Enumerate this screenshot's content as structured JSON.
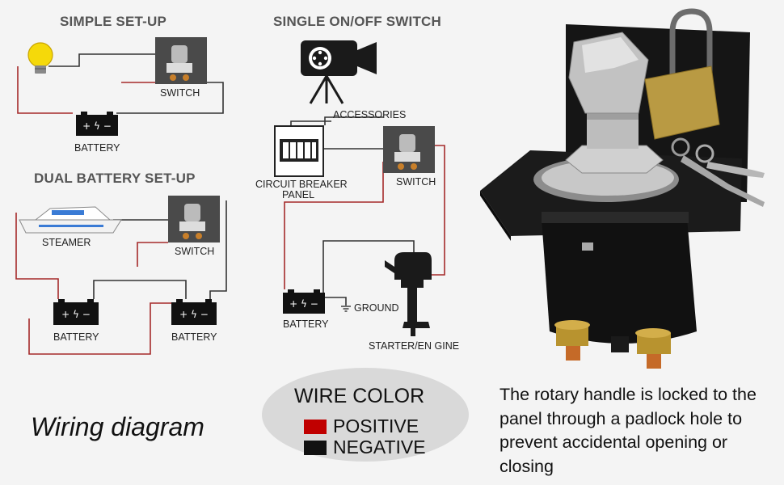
{
  "colors": {
    "positive": "#c00000",
    "negative": "#111111",
    "wire_positive": "#a52a2a",
    "wire_negative": "#333333",
    "legend_bg": "#d9d9d9",
    "switch_box": "#4a4a4a"
  },
  "simple": {
    "title": "SIMPLE SET-UP",
    "switch_label": "SWITCH",
    "battery_label": "BATTERY"
  },
  "dual": {
    "title": "DUAL BATTERY SET-UP",
    "steamer_label": "STEAMER",
    "switch_label": "SWITCH",
    "battery1_label": "BATTERY",
    "battery2_label": "BATTERY"
  },
  "single": {
    "title": "SINGLE ON/OFF SWITCH",
    "accessories_label": "ACCESSORIES",
    "breaker_label_1": "CIRCUIT BREAKER",
    "breaker_label_2": "PANEL",
    "switch_label": "SWITCH",
    "battery_label": "BATTERY",
    "ground_label": "GROUND",
    "engine_label": "STARTER/EN GINE"
  },
  "wiring_title": "Wiring diagram",
  "legend": {
    "title": "WIRE COLOR",
    "positive_label": "POSITIVE",
    "negative_label": "NEGATIVE"
  },
  "caption": "The rotary handle is locked to the panel through a padlock hole to prevent accidental opening or closing",
  "battery_terminals": "+ ϟ −"
}
